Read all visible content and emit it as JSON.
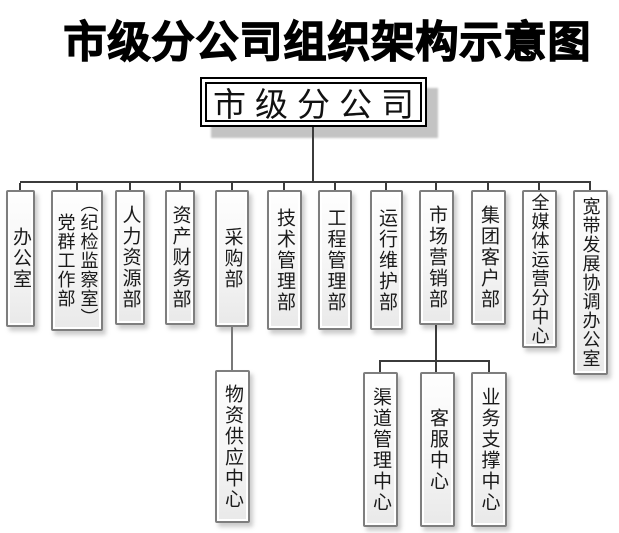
{
  "title": "市级分公司组织架构示意图",
  "root": {
    "label": "市级分公司"
  },
  "departments": [
    {
      "label": "办公室"
    },
    {
      "label": "党群工作部",
      "annotation": "（纪检监察室）"
    },
    {
      "label": "人力资源部"
    },
    {
      "label": "资产财务部"
    },
    {
      "label": "采购部"
    },
    {
      "label": "技术管理部"
    },
    {
      "label": "工程管理部"
    },
    {
      "label": "运行维护部"
    },
    {
      "label": "市场营销部"
    },
    {
      "label": "集团客户部"
    },
    {
      "label": "全媒体运营分中心"
    },
    {
      "label": "宽带发展协调办公室"
    }
  ],
  "subunits": {
    "material_supply": {
      "label": "物资供应中心",
      "parent": "采购部"
    },
    "marketing_centers": [
      {
        "label": "渠道管理中心"
      },
      {
        "label": "客服中心"
      },
      {
        "label": "业务支撑中心"
      }
    ]
  },
  "palette": {
    "box_border": "#7e7e7e",
    "box_fill": "#f2f2f2",
    "connector": "#3b3b3b",
    "root_border": "#000000",
    "root_shadow": "#c3c3c3"
  }
}
